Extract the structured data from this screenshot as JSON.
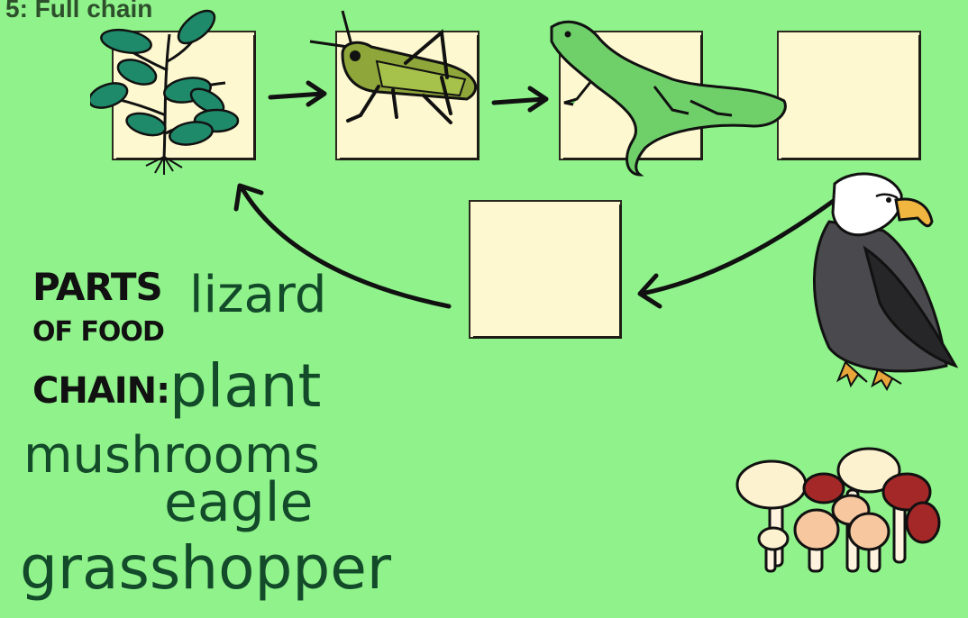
{
  "activity": {
    "title": "5: Full chain"
  },
  "heading": {
    "line1": "PARTS",
    "line2": "OF FOOD",
    "line3": "CHAIN:"
  },
  "word_bank": [
    "lizard",
    "plant",
    "mushrooms",
    "eagle",
    "grasshopper"
  ],
  "slots": [
    {
      "name": "slot-1",
      "content": "plant-icon"
    },
    {
      "name": "slot-2",
      "content": "grasshopper-icon"
    },
    {
      "name": "slot-3",
      "content": "lizard-icon"
    },
    {
      "name": "slot-4",
      "content": ""
    },
    {
      "name": "slot-5",
      "content": ""
    }
  ],
  "loose_pictures": [
    "eagle-icon",
    "mushrooms-icon"
  ],
  "colors": {
    "background": "#8ff28a",
    "slot": "#fdf8cf",
    "ink": "#111111",
    "word_ink": "#134a2a",
    "title": "#2e4f2c"
  }
}
